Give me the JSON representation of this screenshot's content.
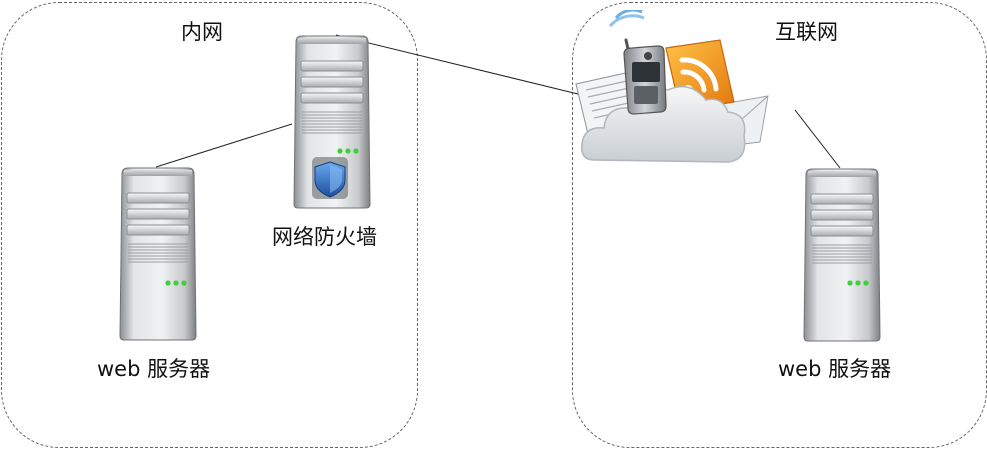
{
  "zones": {
    "intranet": {
      "label": "内网"
    },
    "internet": {
      "label": "互联网"
    }
  },
  "nodes": {
    "intranet_server": {
      "label": "web 服务器",
      "icon": "server-icon"
    },
    "firewall": {
      "label": "网络防火墙",
      "icon": "firewall-server-icon"
    },
    "cloud": {
      "icon": "internet-cloud-icon"
    },
    "internet_server": {
      "label": "web 服务器",
      "icon": "server-icon"
    }
  },
  "colors": {
    "border": "#666666",
    "line": "#222222",
    "led": "#3cd03c",
    "shield": "#2f6fc2",
    "rss": "#f39c1f"
  }
}
